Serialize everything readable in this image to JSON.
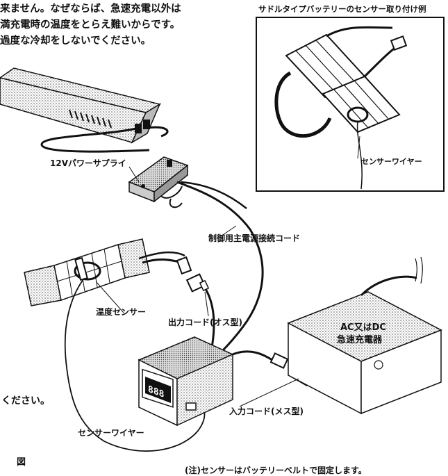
{
  "intro_lines": [
    "来ません。なぜならば、急速充電以外は",
    "満充電時の温度をとらえ難いからです。",
    "過度な冷却をしないでください。"
  ],
  "inset": {
    "title": "サドルタイプバッテリーのセンサー取り付け例",
    "sensor_wire_label": "センサーワイヤー"
  },
  "labels": {
    "power_supply": "12Vパワーサプライ",
    "control_cord": "制御用主電源接続コード",
    "temp_sensor": "温度センサー",
    "output_cord": "出力コード(オス型)",
    "charger_line1": "AC又はDC",
    "charger_line2": "急速充電器",
    "input_cord": "入力コード(メス型)",
    "sensor_wire": "センサーワイヤー",
    "please": "ください。",
    "figure": "図",
    "footnote": "(注)センサーはバッテリーベルトで固定します。"
  },
  "display_digits": "888"
}
